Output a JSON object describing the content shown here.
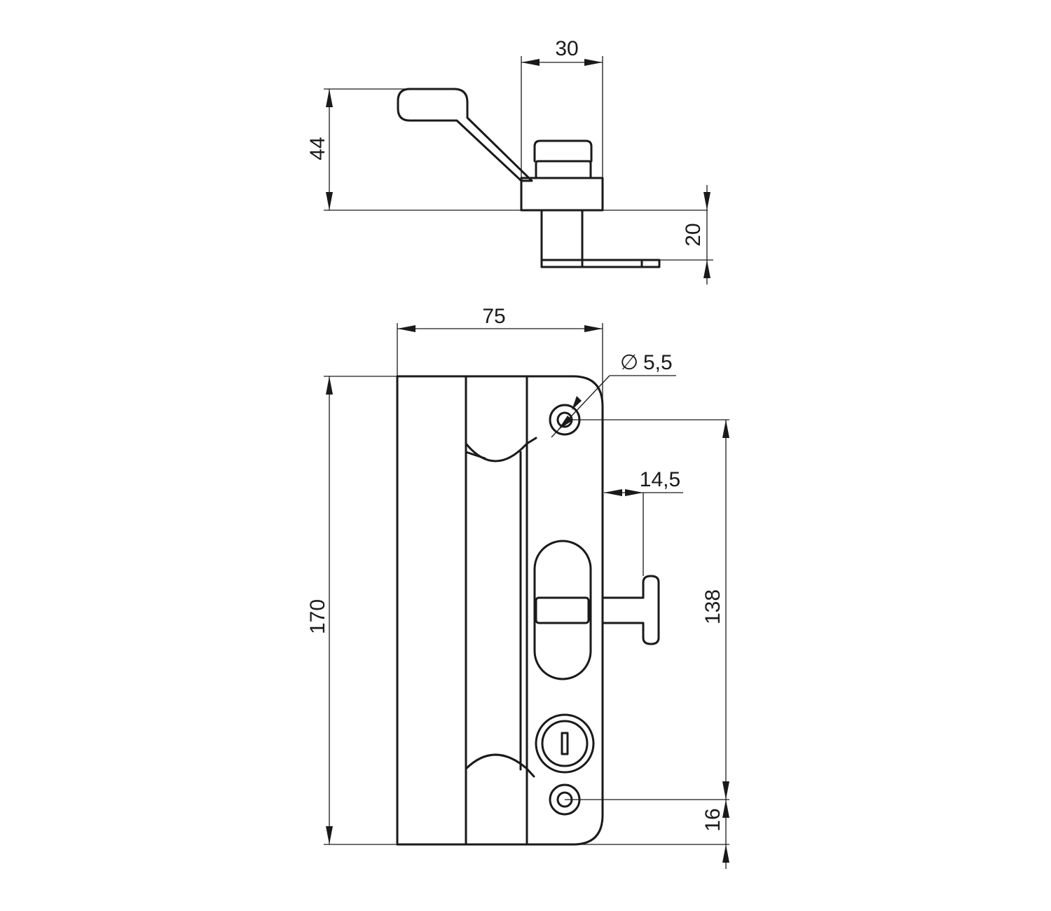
{
  "dimensions": {
    "side_width": "30",
    "side_height": "44",
    "side_projection": "20",
    "front_width": "75",
    "hole_diameter_symbol": "∅",
    "hole_diameter": "5,5",
    "handle_offset": "14,5",
    "front_height": "170",
    "hole_spacing": "138",
    "bottom_offset": "16"
  }
}
